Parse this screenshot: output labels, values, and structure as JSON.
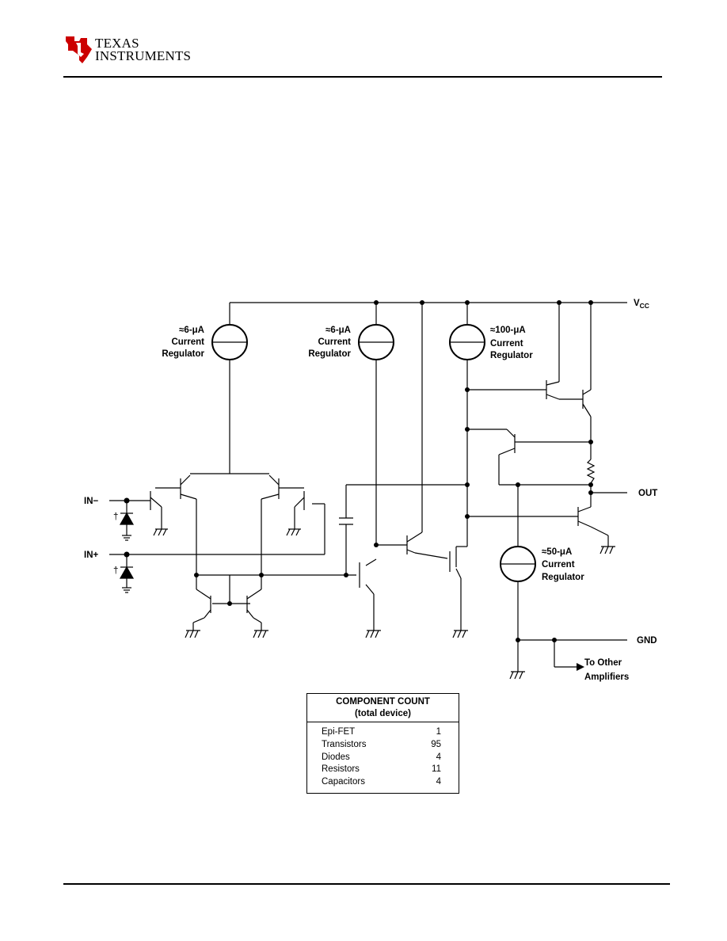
{
  "header": {
    "brand_line1": "TEXAS",
    "brand_line2": "INSTRUMENTS",
    "logo_color": "#cc0000"
  },
  "schematic": {
    "vcc_label": "V",
    "vcc_sub": "CC",
    "out_label": "OUT",
    "gnd_label": "GND",
    "in_minus_label": "IN−",
    "in_plus_label": "IN+",
    "dagger": "†",
    "to_other_line1": "To Other",
    "to_other_line2": "Amplifiers",
    "reg1": {
      "line1": "≈6-μA",
      "line2": "Current",
      "line3": "Regulator"
    },
    "reg2": {
      "line1": "≈6-μA",
      "line2": "Current",
      "line3": "Regulator"
    },
    "reg3": {
      "line1": "≈100-μA",
      "line2": "Current",
      "line3": "Regulator"
    },
    "reg4": {
      "line1": "≈50-μA",
      "line2": "Current",
      "line3": "Regulator"
    }
  },
  "component_count": {
    "title": "COMPONENT COUNT",
    "subtitle": "(total device)",
    "rows": [
      {
        "name": "Epi-FET",
        "value": "1"
      },
      {
        "name": "Transistors",
        "value": "95"
      },
      {
        "name": "Diodes",
        "value": "4"
      },
      {
        "name": "Resistors",
        "value": "11"
      },
      {
        "name": "Capacitors",
        "value": "4"
      }
    ]
  }
}
